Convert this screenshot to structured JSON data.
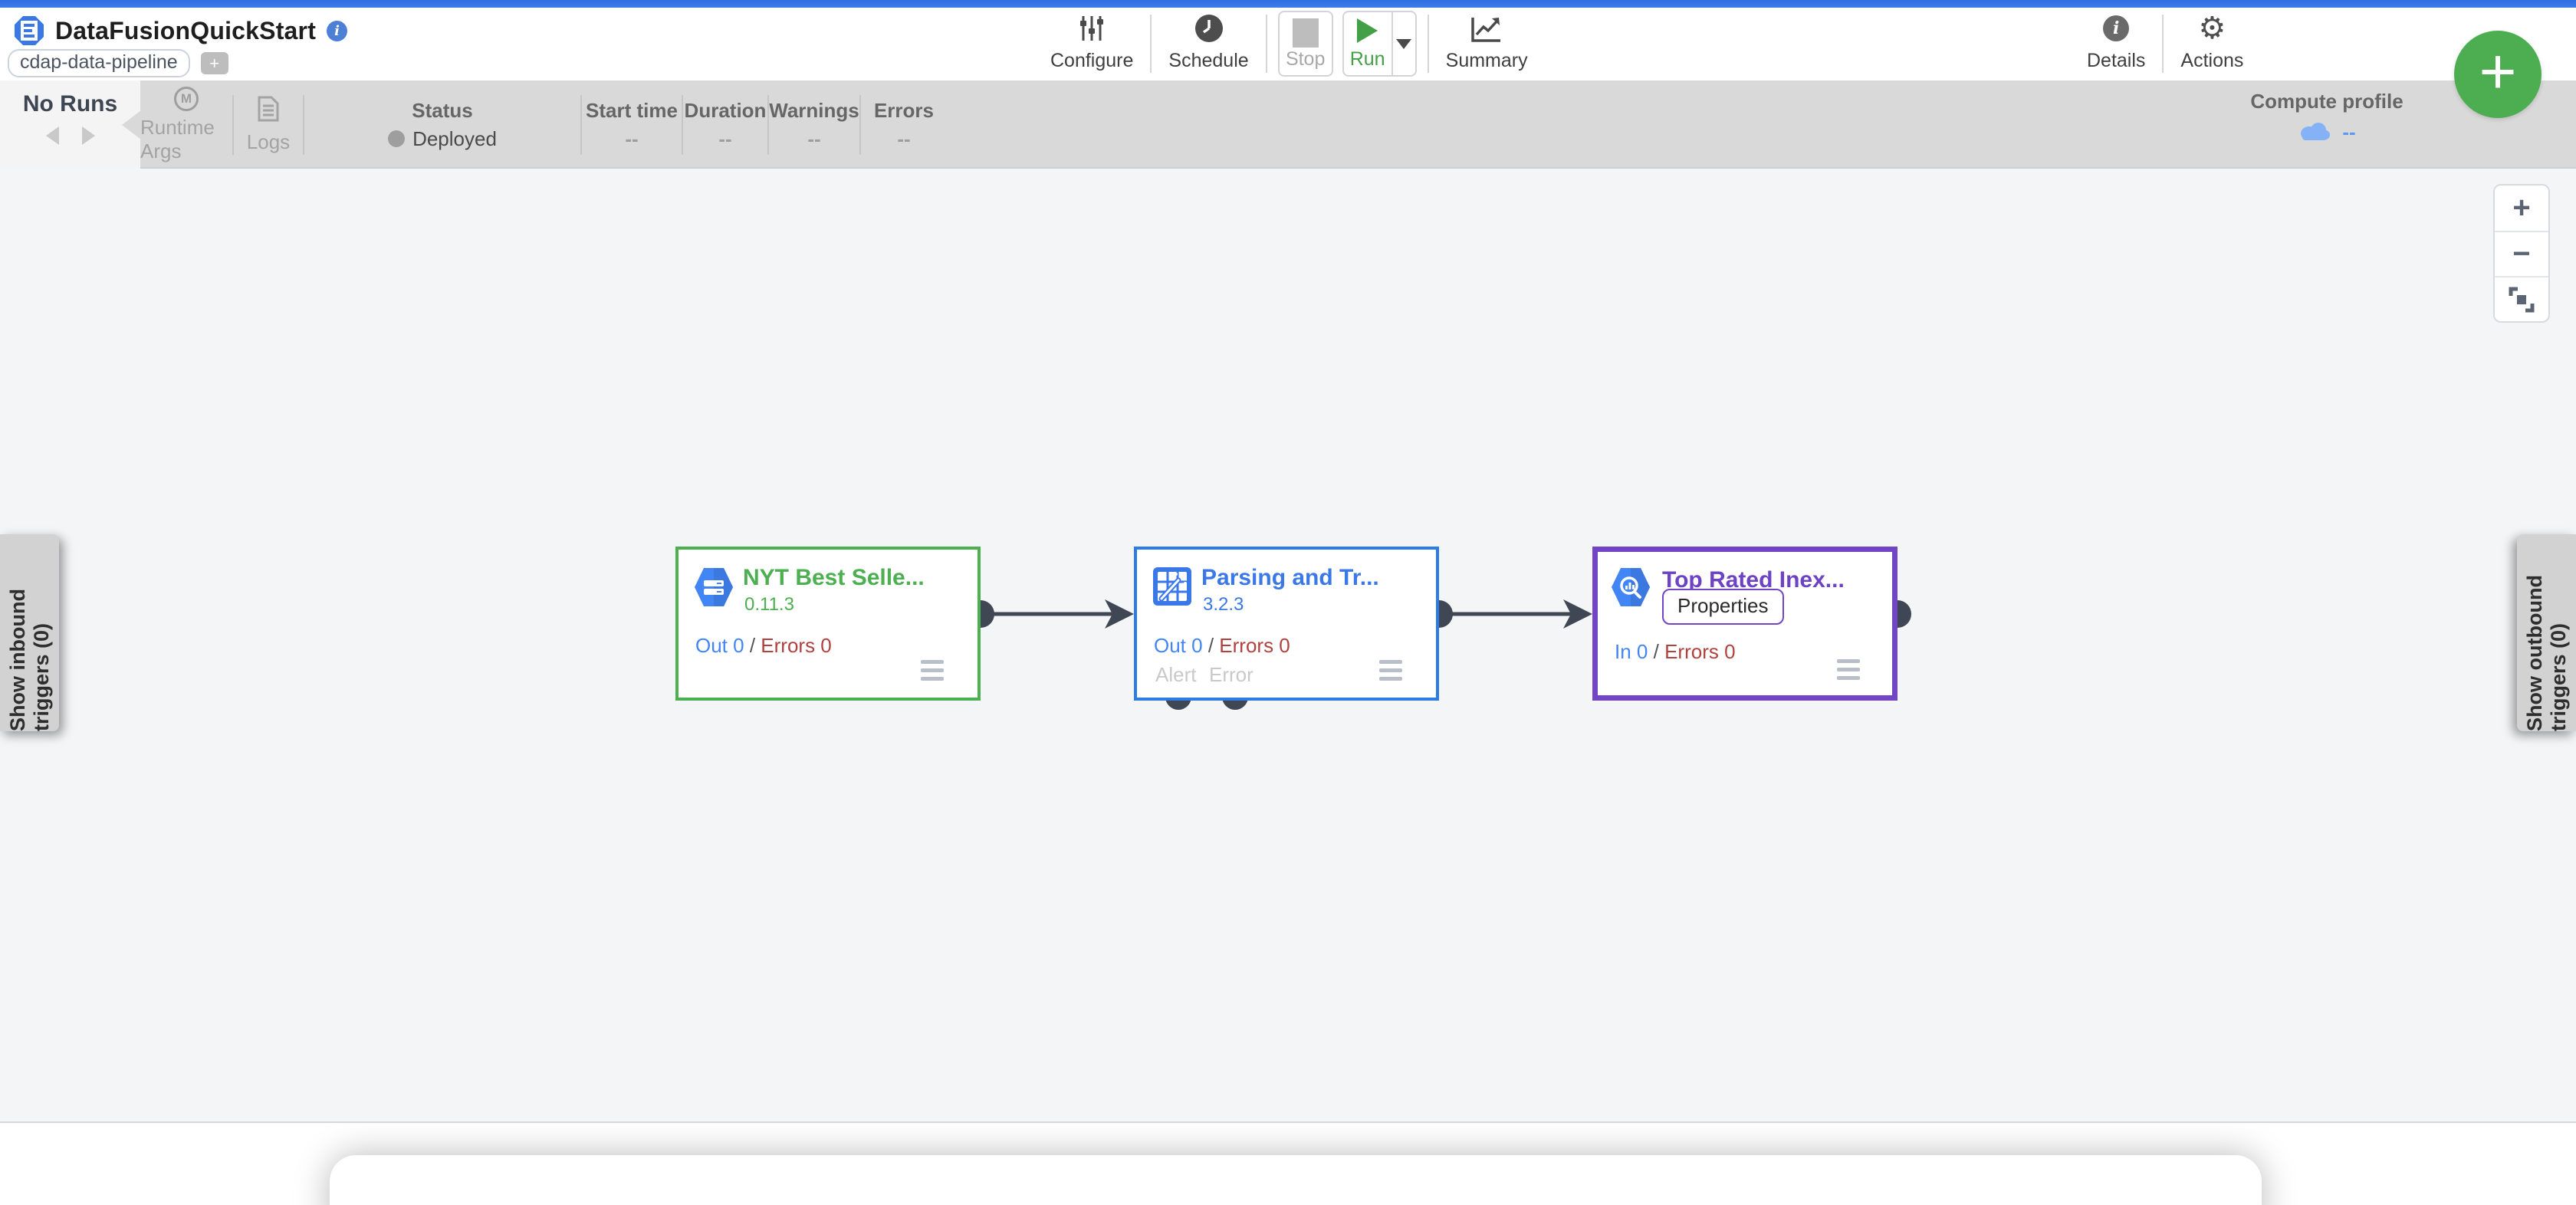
{
  "colors": {
    "top_strip_blue": "#3b78e8",
    "run_green": "#43a047",
    "fab_green": "#4cae50",
    "node_source_green": "#4caf50",
    "node_transform_blue": "#2d7ce5",
    "node_sink_purple": "#7145c6",
    "stat_out_blue": "#4285f4",
    "stat_errors_red": "#b0413e",
    "edge_slate": "#3f4654",
    "run_bar_gray": "#d9d9d9",
    "canvas_gray": "#f4f5f7"
  },
  "icons": {
    "plus": "+",
    "minus": "−",
    "gear": "⚙",
    "info_glyph": "i",
    "runtime_badge": "M"
  },
  "header": {
    "title": "DataFusionQuickStart",
    "pipeline_type": "cdap-data-pipeline",
    "toolbar": {
      "configure": "Configure",
      "schedule": "Schedule",
      "stop": "Stop",
      "run": "Run",
      "summary": "Summary",
      "details": "Details",
      "actions": "Actions"
    }
  },
  "run_bar": {
    "no_runs": "No Runs",
    "runtime_args": "Runtime Args",
    "logs": "Logs",
    "status_label": "Status",
    "status_value": "Deployed",
    "metrics": [
      {
        "label": "Start time",
        "value": "--"
      },
      {
        "label": "Duration",
        "value": "--"
      },
      {
        "label": "Warnings",
        "value": "--"
      },
      {
        "label": "Errors",
        "value": "--"
      }
    ],
    "compute_profile_label": "Compute profile",
    "compute_profile_value": "--"
  },
  "canvas": {
    "inbound_triggers_tab": "Show inbound triggers (0)",
    "outbound_triggers_tab": "Show outbound triggers (0)",
    "stats_separator": "/",
    "nodes": [
      {
        "title": "NYT Best Selle...",
        "version": "0.11.3",
        "metric_left": "Out 0",
        "metric_right": "Errors 0",
        "plugin_icon": "database-hexagon",
        "accent": "#4caf50"
      },
      {
        "title": "Parsing and Tr...",
        "version": "3.2.3",
        "metric_left": "Out 0",
        "metric_right": "Errors 0",
        "port_labels": [
          "Alert",
          "Error"
        ],
        "plugin_icon": "wrangler",
        "accent": "#2d7ce5"
      },
      {
        "title": "Top Rated Inex...",
        "properties_button": "Properties",
        "metric_left": "In 0",
        "metric_right": "Errors 0",
        "plugin_icon": "bigquery-hexagon",
        "accent": "#7145c6"
      }
    ]
  }
}
